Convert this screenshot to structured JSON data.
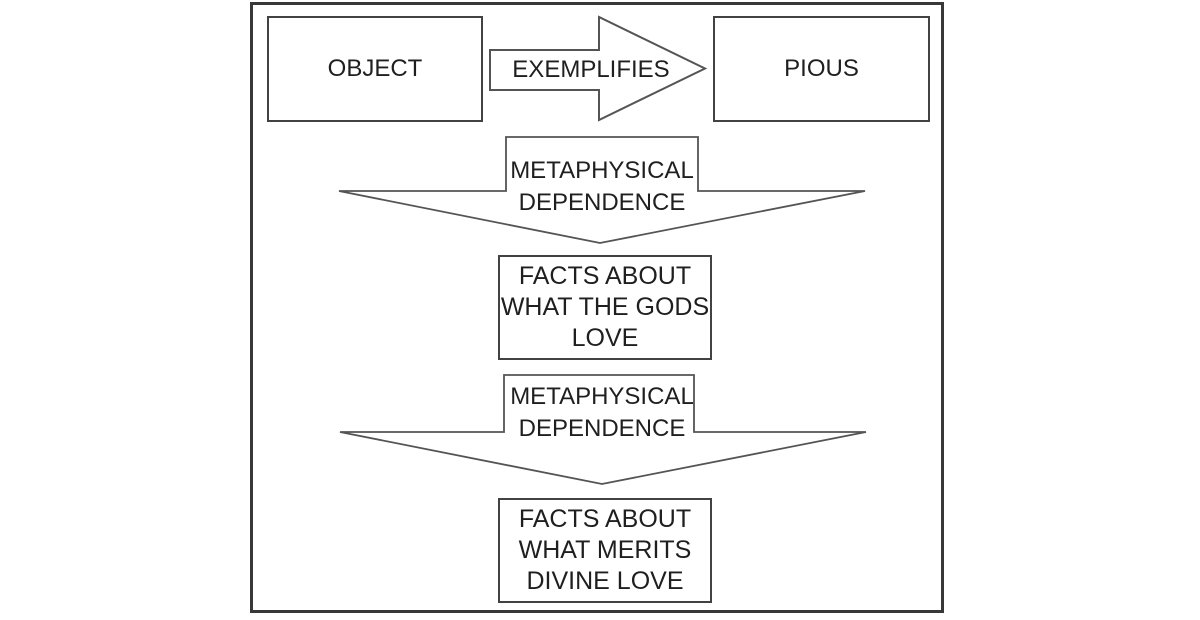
{
  "diagram": {
    "top_row": {
      "object_box_label": "OBJECT",
      "exemplifies_arrow_label": "EXEMPLIFIES",
      "pious_box_label": "PIOUS"
    },
    "dependence_arrow_1": {
      "lines": [
        "METAPHYSICAL",
        "DEPENDENCE"
      ]
    },
    "facts_box_1": {
      "lines": [
        "FACTS ABOUT",
        "WHAT THE GODS",
        "LOVE"
      ]
    },
    "dependence_arrow_2": {
      "lines": [
        "METAPHYSICAL",
        "DEPENDENCE"
      ]
    },
    "facts_box_2": {
      "lines": [
        "FACTS ABOUT",
        "WHAT MERITS",
        "DIVINE LOVE"
      ]
    }
  },
  "colors": {
    "bg": "#ffffff",
    "text": "#1f1f1f",
    "frame_border": "#383838",
    "box_border": "#424242",
    "arrow_outline": "#545454"
  }
}
